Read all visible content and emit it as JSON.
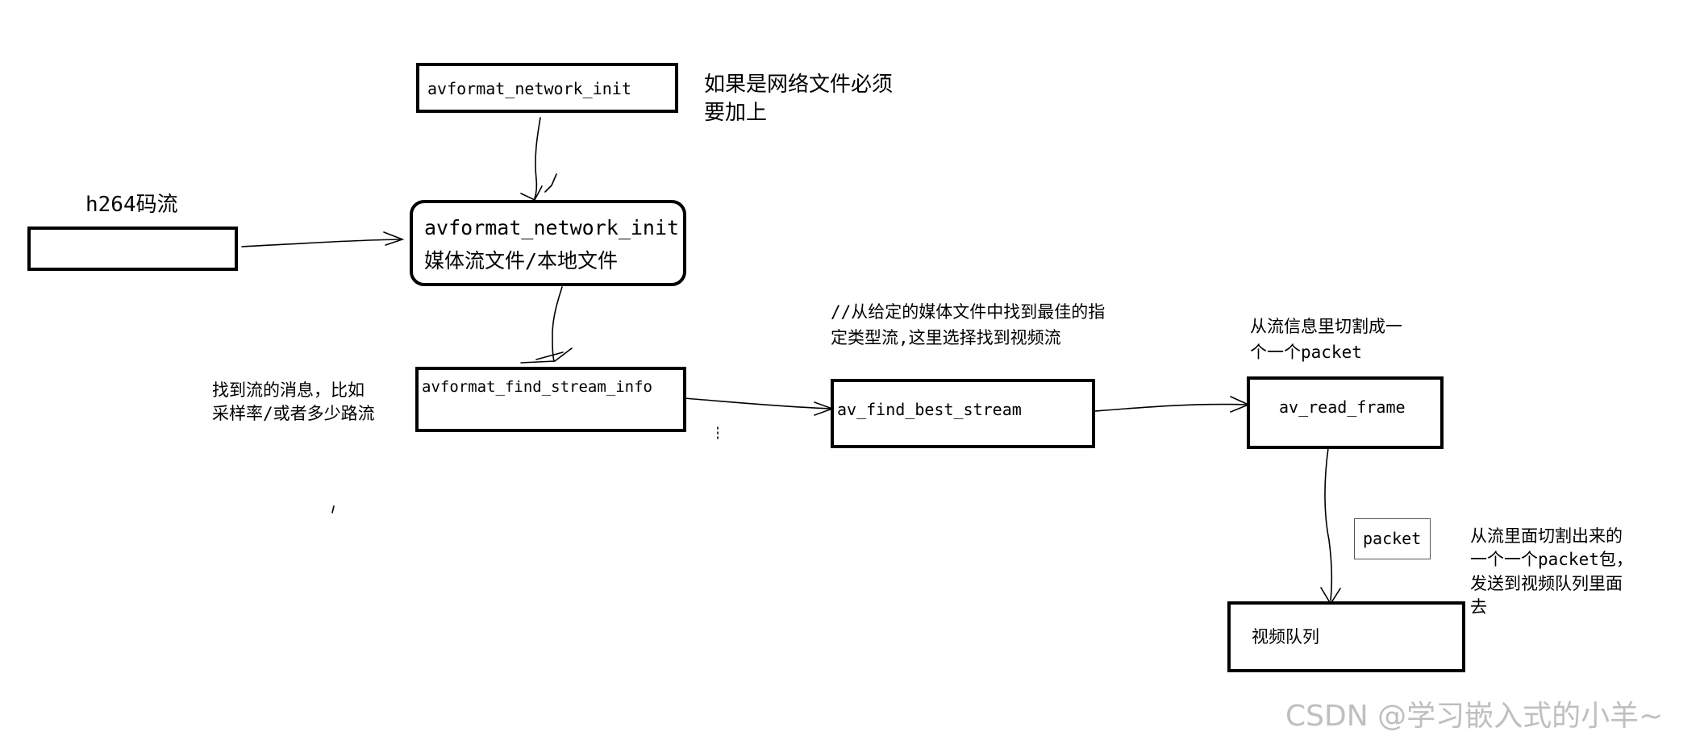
{
  "nodes": {
    "network_init_top": {
      "text": "avformat_network_init"
    },
    "h264_input": {
      "text": ""
    },
    "open_input": {
      "line1": "avformat_network_init",
      "line2": "媒体流文件/本地文件"
    },
    "find_stream_info": {
      "text": "avformat_find_stream_info"
    },
    "find_best_stream": {
      "text": "av_find_best_stream"
    },
    "read_frame": {
      "text": "av_read_frame"
    },
    "packet": {
      "text": "packet"
    },
    "video_queue": {
      "text": "视频队列"
    }
  },
  "annotations": {
    "network_note": "如果是网络文件必须\n要加上",
    "h264_label": "h264码流",
    "stream_info_note": "找到流的消息，比如\n采样率/或者多少路流",
    "best_stream_note": "//从给定的媒体文件中找到最佳的指\n定类型流,这里选择找到视频流",
    "read_frame_note": "从流信息里切割成一\n个一个packet",
    "packet_note": "从流里面切割出来的\n一个一个packet包，\n发送到视频队列里面\n去"
  },
  "watermark": "CSDN @学习嵌入式的小羊~",
  "edges": [
    {
      "from": "network_init_top",
      "to": "open_input"
    },
    {
      "from": "h264_input",
      "to": "open_input"
    },
    {
      "from": "open_input",
      "to": "find_stream_info"
    },
    {
      "from": "find_stream_info",
      "to": "find_best_stream"
    },
    {
      "from": "find_best_stream",
      "to": "read_frame"
    },
    {
      "from": "read_frame",
      "to": "video_queue"
    }
  ]
}
